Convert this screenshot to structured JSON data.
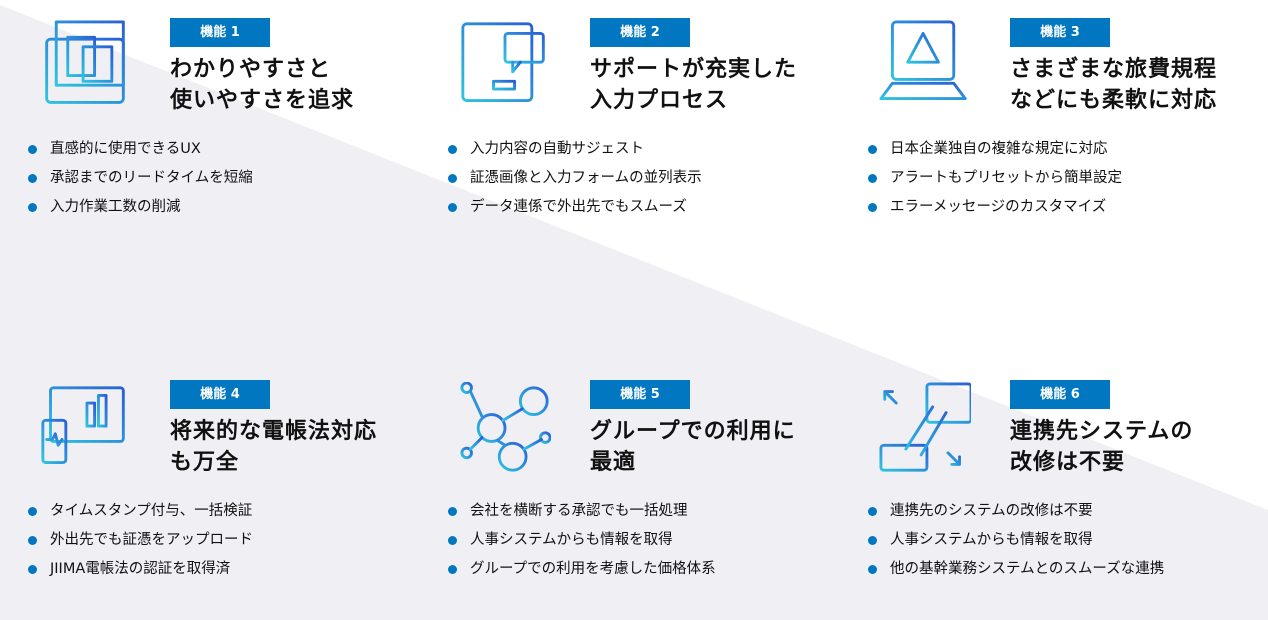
{
  "features": [
    {
      "badge": "機能 1",
      "title": [
        "わかりやすさと",
        "使いやすさを追求"
      ],
      "icon": "document-window-icon",
      "bullets": [
        "直感的に使用できるUX",
        "承認までのリードタイムを短縮",
        "入力作業工数の削減"
      ]
    },
    {
      "badge": "機能 2",
      "title": [
        "サポートが充実した",
        "入力プロセス"
      ],
      "icon": "chat-form-icon",
      "bullets": [
        "入力内容の自動サジェスト",
        "証憑画像と入力フォームの並列表示",
        "データ連係で外出先でもスムーズ"
      ]
    },
    {
      "badge": "機能 3",
      "title": [
        "さまざまな旅費規程",
        "などにも柔軟に対応"
      ],
      "icon": "laptop-alert-icon",
      "bullets": [
        "日本企業独自の複雑な規定に対応",
        "アラートもプリセットから簡単設定",
        "エラーメッセージのカスタマイズ"
      ]
    },
    {
      "badge": "機能 4",
      "title": [
        "将来的な電帳法対応",
        "も万全"
      ],
      "icon": "monitor-chart-icon",
      "bullets": [
        "タイムスタンプ付与、一括検証",
        "外出先でも証憑をアップロード",
        "JIIMA電帳法の認証を取得済"
      ]
    },
    {
      "badge": "機能 5",
      "title": [
        "グループでの利用に",
        "最適"
      ],
      "icon": "user-network-icon",
      "bullets": [
        "会社を横断する承認でも一括処理",
        "人事システムからも情報を取得",
        "グループでの利用を考慮した価格体系"
      ]
    },
    {
      "badge": "機能 6",
      "title": [
        "連携先システムの",
        "改修は不要"
      ],
      "icon": "link-systems-icon",
      "bullets": [
        "連携先のシステムの改修は不要",
        "人事システムからも情報を取得",
        "他の基幹業務システムとのスムーズな連携"
      ]
    }
  ],
  "colors": {
    "accent": "#0077c0",
    "background": "#efeff4"
  }
}
